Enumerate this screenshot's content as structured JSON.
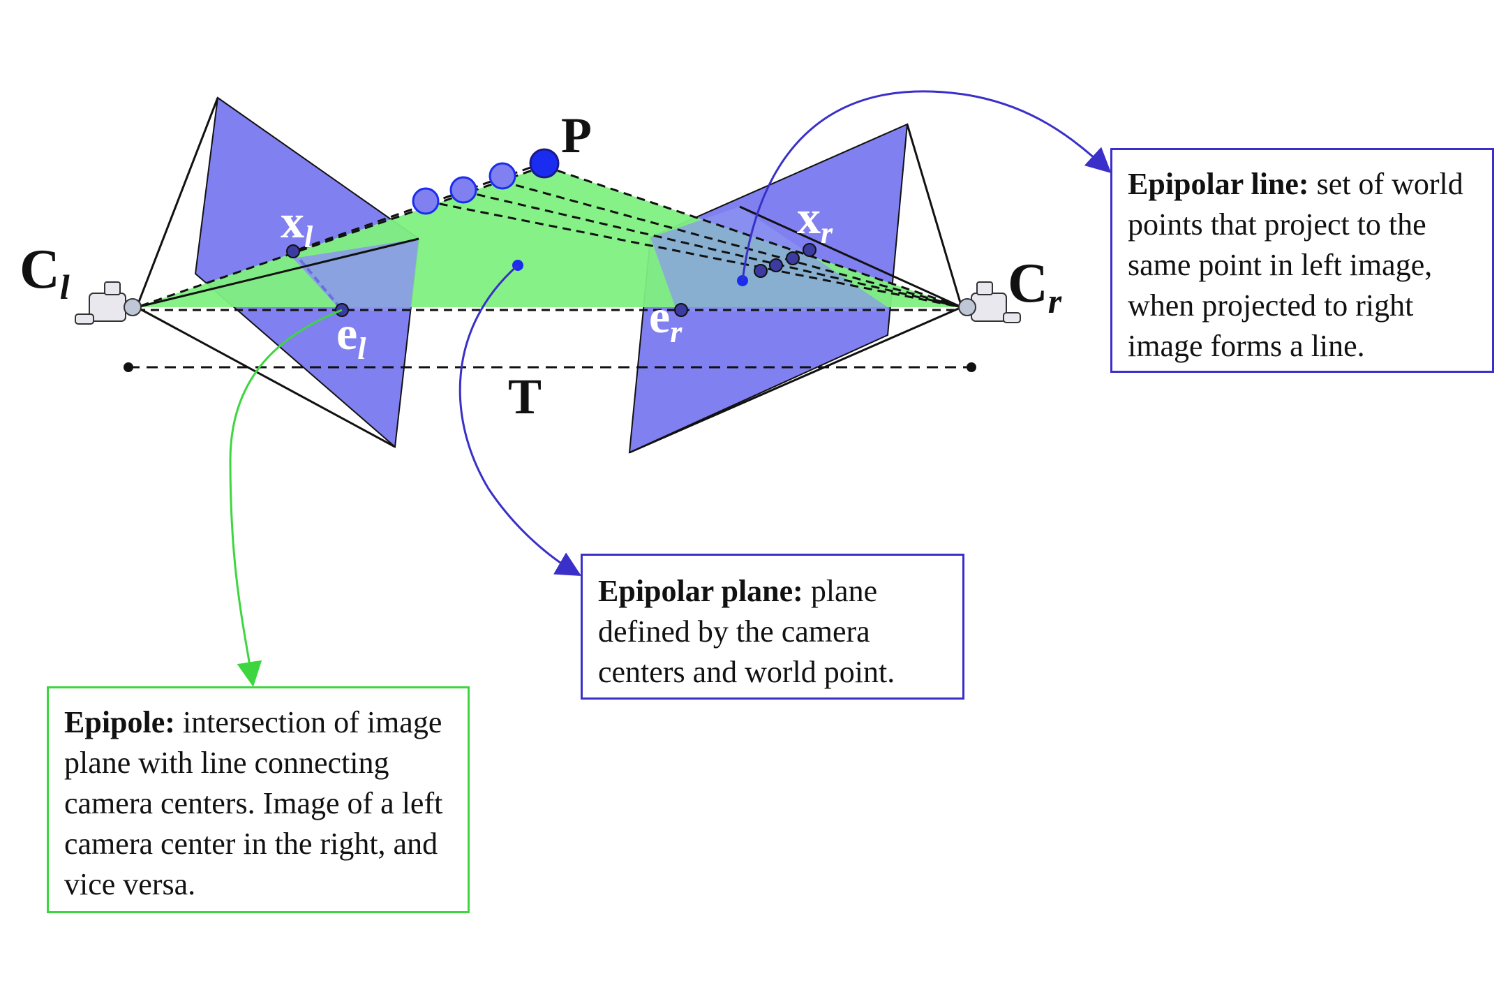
{
  "labels": {
    "P": "P",
    "T": "T",
    "C_left": {
      "base": "C",
      "sub": "l"
    },
    "C_right": {
      "base": "C",
      "sub": "r"
    },
    "x_left": {
      "base": "x",
      "sub": "l"
    },
    "x_right": {
      "base": "x",
      "sub": "r"
    },
    "e_left": {
      "base": "e",
      "sub": "l"
    },
    "e_right": {
      "base": "e",
      "sub": "r"
    }
  },
  "callouts": {
    "epipolar_line": {
      "term": "Epipolar line:",
      "text": " set of world points that project to the same point in left image, when projected to right image forms a line."
    },
    "epipolar_plane": {
      "term": "Epipolar plane:",
      "text": " plane defined by the camera centers and world point."
    },
    "epipole": {
      "term": "Epipole:",
      "text": " intersection of image plane with line connecting camera centers. Image of a left camera center in the right, and vice versa."
    }
  },
  "colors": {
    "image_plane": "#8080f0",
    "epipolar_plane": "#80f080",
    "blue_arrow": "#3a2fc8",
    "green_arrow": "#3ed63e",
    "point": "#1a2cf0"
  }
}
